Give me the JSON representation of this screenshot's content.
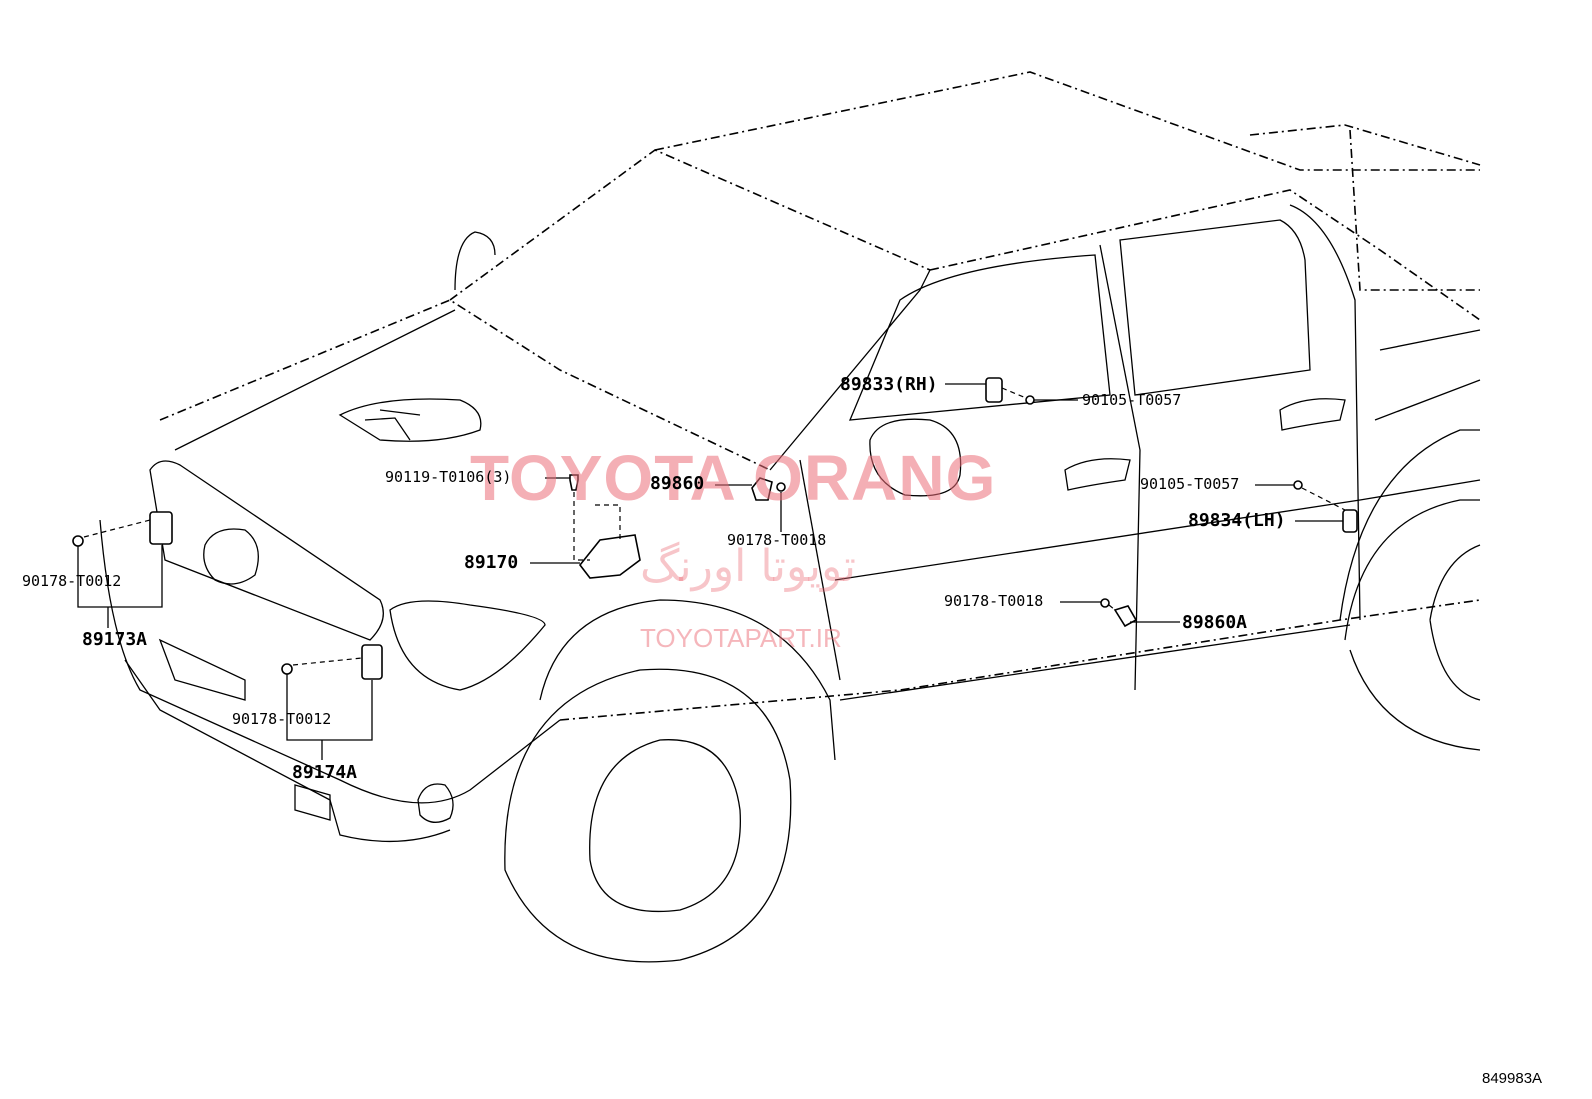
{
  "watermark": {
    "brand": "TOYOTA ORANG",
    "brand_fa": "تویوتا اورنگ",
    "url": "TOYOTAPART.IR"
  },
  "figure_number": "849983A",
  "labels": {
    "p90119": "90119-T0106(3)",
    "p89860": "89860",
    "p90178_mid": "90178-T0018",
    "p89170": "89170",
    "p90178_left": "90178-T0012",
    "p89173A": "89173A",
    "p90178_front": "90178-T0012",
    "p89174A": "89174A",
    "p89833": "89833(RH)",
    "p90105_top": "90105-T0057",
    "p90105_right": "90105-T0057",
    "p89834": "89834(LH)",
    "p90178_door": "90178-T0018",
    "p89860A": "89860A"
  }
}
